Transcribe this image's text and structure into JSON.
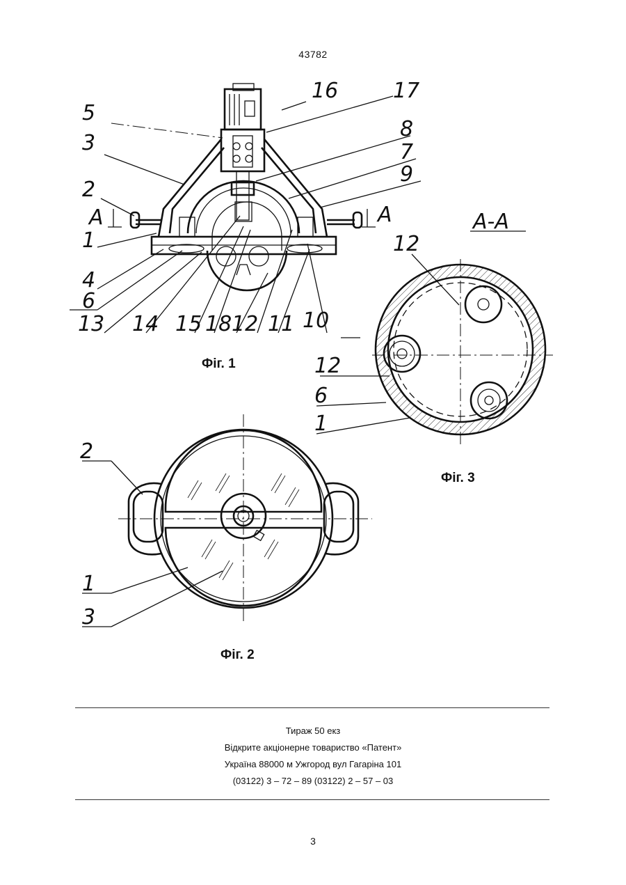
{
  "header": {
    "patent_number": "43782"
  },
  "figures": {
    "fig1": {
      "caption": "Фіг. 1",
      "labels": [
        "5",
        "3",
        "2",
        "A",
        "1",
        "4",
        "6",
        "13",
        "14",
        "15",
        "18",
        "12",
        "11",
        "10",
        "16",
        "17",
        "8",
        "7",
        "9",
        "A"
      ]
    },
    "fig2": {
      "caption": "Фіг. 2",
      "labels": [
        "2",
        "1",
        "3"
      ]
    },
    "fig3": {
      "caption": "Фіг. 3",
      "section_title": "A-A",
      "labels": [
        "12",
        "12",
        "6",
        "1"
      ]
    }
  },
  "imprint": {
    "lines": [
      "Тираж 50 екз",
      "Відкрите акціонерне товариство «Патент»",
      "Україна  88000  м  Ужгород  вул  Гагаріна  101",
      "(03122) 3 – 72 – 89   (03122) 2 – 57 – 03"
    ]
  },
  "footer": {
    "page_number": "3"
  }
}
